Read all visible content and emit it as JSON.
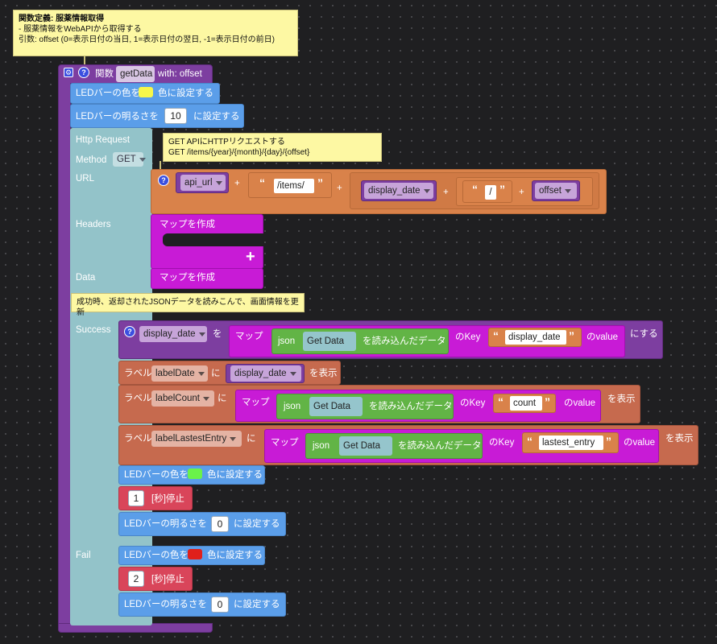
{
  "top_comment": {
    "line1": "関数定義: 服薬情報取得",
    "line2": " - 服薬情報をWebAPIから取得する",
    "line3": "引数: offset (0=表示日付の当日, 1=表示日付の翌日, -1=表示日付の前日)"
  },
  "function": {
    "keyword": "関数",
    "name": "getData",
    "with": "with: offset"
  },
  "led1": {
    "prefix": "LEDバーの色を",
    "suffix": "色に設定する",
    "color": "#f7f74a"
  },
  "bright1": {
    "prefix": "LEDバーの明るさを",
    "value": "10",
    "suffix": "に設定する"
  },
  "http": {
    "title": "Http Request",
    "method_label": "Method",
    "method_value": "GET",
    "url_label": "URL",
    "headers_label": "Headers",
    "data_label": "Data",
    "success_label": "Success",
    "fail_label": "Fail"
  },
  "http_comment": {
    "line1": "GET APIにHTTPリクエストする",
    "line2": "GET /items/{year}/{month}/{day}/{offset}"
  },
  "url_expr": {
    "var_api": "api_url",
    "plus": "+",
    "str_items": "/items/",
    "var_display_date": "display_date",
    "str_slash": "/",
    "var_offset": "offset"
  },
  "headers_map": {
    "label": "マップを作成",
    "plus": "+"
  },
  "data_map": {
    "label": "マップを作成"
  },
  "success_comment": "成功時、返却されたJSONデータを読みこんで、画面情報を更新",
  "set_display_date": {
    "var": "display_date",
    "wo": "を",
    "map": "マップ",
    "json": "json",
    "get_data": "Get Data",
    "loaded": "を読み込んだデータ",
    "nokey": "のKey",
    "key": "display_date",
    "novalue": "のvalue",
    "suru": "にする"
  },
  "label_date": {
    "label": "ラベル",
    "name": "labelDate",
    "ni": "に",
    "var": "display_date",
    "show": "を表示"
  },
  "label_count": {
    "label": "ラベル",
    "name": "labelCount",
    "ni": "に",
    "map": "マップ",
    "json": "json",
    "get_data": "Get Data",
    "loaded": "を読み込んだデータ",
    "nokey": "のKey",
    "key": "count",
    "novalue": "のvalue",
    "show": "を表示"
  },
  "label_lastest": {
    "label": "ラベル",
    "name": "labelLastestEntry",
    "ni": "に",
    "map": "マップ",
    "json": "json",
    "get_data": "Get Data",
    "loaded": "を読み込んだデータ",
    "nokey": "のKey",
    "key": "lastest_entry",
    "novalue": "のvalue",
    "show": "を表示"
  },
  "led_success": {
    "prefix": "LEDバーの色を",
    "suffix": "色に設定する",
    "color": "#6af24a"
  },
  "wait1": {
    "value": "1",
    "suffix": "[秒]停止"
  },
  "bright_success": {
    "prefix": "LEDバーの明るさを",
    "value": "0",
    "suffix": "に設定する"
  },
  "led_fail": {
    "prefix": "LEDバーの色を",
    "suffix": "色に設定する",
    "color": "#e0201b"
  },
  "wait2": {
    "value": "2",
    "suffix": "[秒]停止"
  },
  "bright_fail": {
    "prefix": "LEDバーの明るさを",
    "value": "0",
    "suffix": "に設定する"
  }
}
